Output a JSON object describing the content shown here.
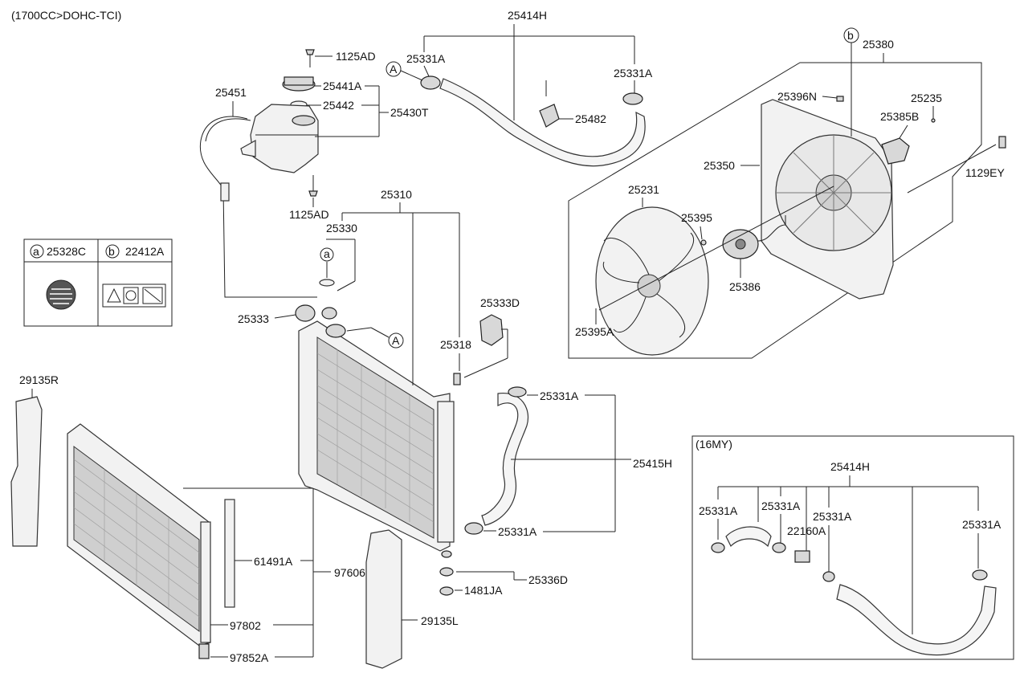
{
  "header": {
    "engine_spec": "(1700CC>DOHC-TCI)"
  },
  "markers": {
    "A": "A",
    "a": "a",
    "b": "b"
  },
  "legend": {
    "a_letter": "a",
    "a_code": "25328C",
    "b_letter": "b",
    "b_code": "22412A"
  },
  "inset": {
    "title": "(16MY)",
    "hose_assy": "25414H",
    "clamp_1": "25331A",
    "clamp_2": "25331A",
    "clamp_3": "25331A",
    "clamp_4": "25331A",
    "connector": "22160A"
  },
  "parts": {
    "upper_hose": "25414H",
    "clamp_a": "25331A",
    "clamp_b": "25331A",
    "clip_25482": "25482",
    "bolt_top": "1125AD",
    "cap_25441a": "25441A",
    "seal_25442": "25442",
    "reservoir_assy": "25430T",
    "overflow_hose": "25451",
    "bolt_bottom": "1125AD",
    "radiator_assy": "25310",
    "cap_25330": "25330",
    "plug_25333": "25333",
    "bracket_25333d": "25333D",
    "sensor_25318": "25318",
    "fan_shroud_assy": "25380",
    "nut_25396n": "25396N",
    "screw_25235": "25235",
    "connector_25385b": "25385B",
    "shroud_25350": "25350",
    "bolt_1129ey": "1129EY",
    "fan_25231": "25231",
    "nut_25395": "25395",
    "motor_25386": "25386",
    "washer_25395a": "25395A",
    "lower_hose_assy": "25415H",
    "clamp_lower_top": "25331A",
    "clamp_lower_bottom": "25331A",
    "drain_assy": "25336D",
    "drain_1481ja": "1481JA",
    "seal_29135r": "29135R",
    "seal_29135l": "29135L",
    "condenser_assy": "97606",
    "receiver_61491a": "61491A",
    "drier_97802": "97802",
    "cap_97852a": "97852A"
  }
}
